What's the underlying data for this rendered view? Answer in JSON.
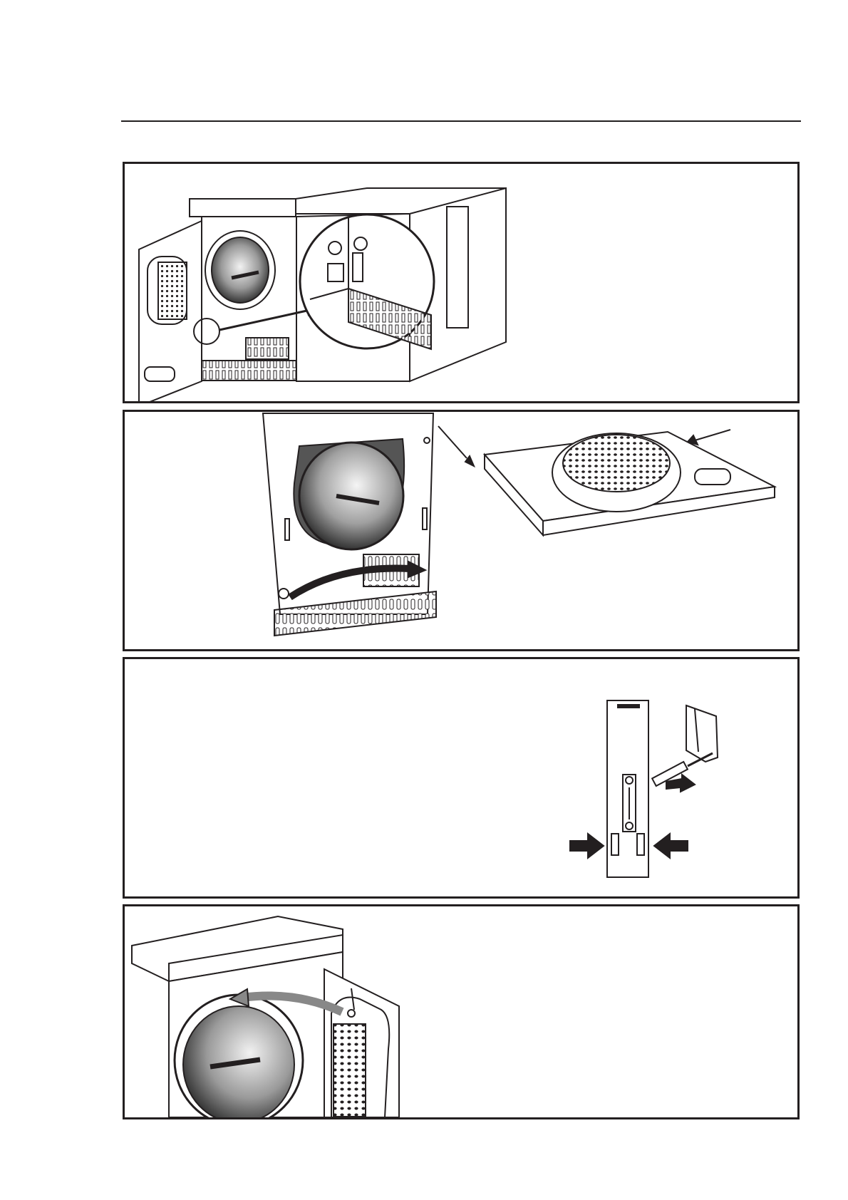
{
  "page": {
    "header_rule_color": "#231f20",
    "ink_color": "#231f20",
    "panels": [
      {
        "id": "panel-1",
        "illustration": "dryer-open-door-hinge-detail"
      },
      {
        "id": "panel-2",
        "illustration": "dryer-front-and-removed-door"
      },
      {
        "id": "panel-3",
        "illustration": "door-hinge-plate-and-screwdriver"
      },
      {
        "id": "panel-4",
        "illustration": "dryer-door-reversed-hinge"
      }
    ]
  }
}
